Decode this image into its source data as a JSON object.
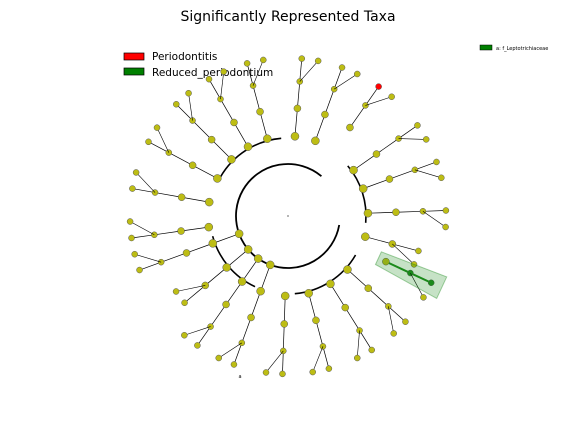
{
  "chart_data": {
    "type": "cladogram",
    "title": "Significantly Represented Taxa",
    "legend": {
      "placement": "top-left",
      "items": [
        {
          "label": "Periodontitis",
          "color": "#ff0000"
        },
        {
          "label": "Reduced_periodontium",
          "color": "#008000"
        }
      ]
    },
    "side_legend": {
      "placement": "top-right",
      "items": [
        {
          "label": "a: f_Leptotrichiaceae",
          "color": "#008000"
        }
      ]
    },
    "highlight": {
      "label": "a",
      "color": "#008000"
    },
    "colors": {
      "neutral_node": "#bdbd14",
      "periodontitis": "#ff0000",
      "reduced": "#1a8a1a"
    },
    "clades": [
      {
        "angle": 200,
        "depth": [
          1,
          2,
          3,
          4,
          5
        ],
        "status": "neutral"
      },
      {
        "angle": 215,
        "depth": [
          1,
          2,
          3,
          4,
          5
        ],
        "status": "neutral"
      },
      {
        "angle": 230,
        "depth": [
          1,
          2,
          3,
          4
        ],
        "status": "neutral"
      },
      {
        "angle": 250,
        "depth": [
          1,
          2,
          3,
          4,
          5
        ],
        "status": "neutral"
      },
      {
        "angle": 262,
        "depth": [
          2,
          3,
          4,
          5
        ],
        "status": "neutral"
      },
      {
        "angle": 280,
        "depth": [
          2,
          3,
          4,
          5
        ],
        "status": "neutral"
      },
      {
        "angle": 298,
        "depth": [
          2,
          3,
          4,
          5
        ],
        "status": "neutral"
      },
      {
        "angle": 315,
        "depth": [
          2,
          3,
          4,
          5
        ],
        "status": "neutral"
      },
      {
        "angle": 330,
        "depth": [
          2,
          3,
          4,
          5
        ],
        "status": "neutral"
      },
      {
        "angle": 345,
        "depth": [
          2,
          3,
          4,
          5
        ],
        "status": "neutral"
      },
      {
        "angle": 5,
        "depth": [
          2,
          3,
          4,
          5
        ],
        "status": "neutral"
      },
      {
        "angle": 20,
        "depth": [
          2,
          3,
          4,
          5
        ],
        "status": "neutral"
      },
      {
        "angle": 35,
        "depth": [
          3,
          4,
          5
        ],
        "status": "periodontitis"
      },
      {
        "angle": 55,
        "depth": [
          2,
          3,
          4,
          5
        ],
        "status": "neutral"
      },
      {
        "angle": 70,
        "depth": [
          2,
          3,
          4,
          5
        ],
        "status": "neutral"
      },
      {
        "angle": 88,
        "depth": [
          2,
          3,
          4,
          5
        ],
        "status": "neutral"
      },
      {
        "angle": 105,
        "depth": [
          2,
          3,
          4
        ],
        "status": "neutral"
      },
      {
        "angle": 115,
        "depth": [
          3,
          4,
          5
        ],
        "status": "reduced"
      },
      {
        "angle": 132,
        "depth": [
          2,
          3,
          4,
          5
        ],
        "status": "neutral"
      },
      {
        "angle": 148,
        "depth": [
          2,
          3,
          4,
          5
        ],
        "status": "neutral"
      },
      {
        "angle": 165,
        "depth": [
          2,
          3,
          4,
          5
        ],
        "status": "neutral"
      },
      {
        "angle": 182,
        "depth": [
          2,
          3,
          4,
          5
        ],
        "status": "neutral"
      }
    ]
  }
}
